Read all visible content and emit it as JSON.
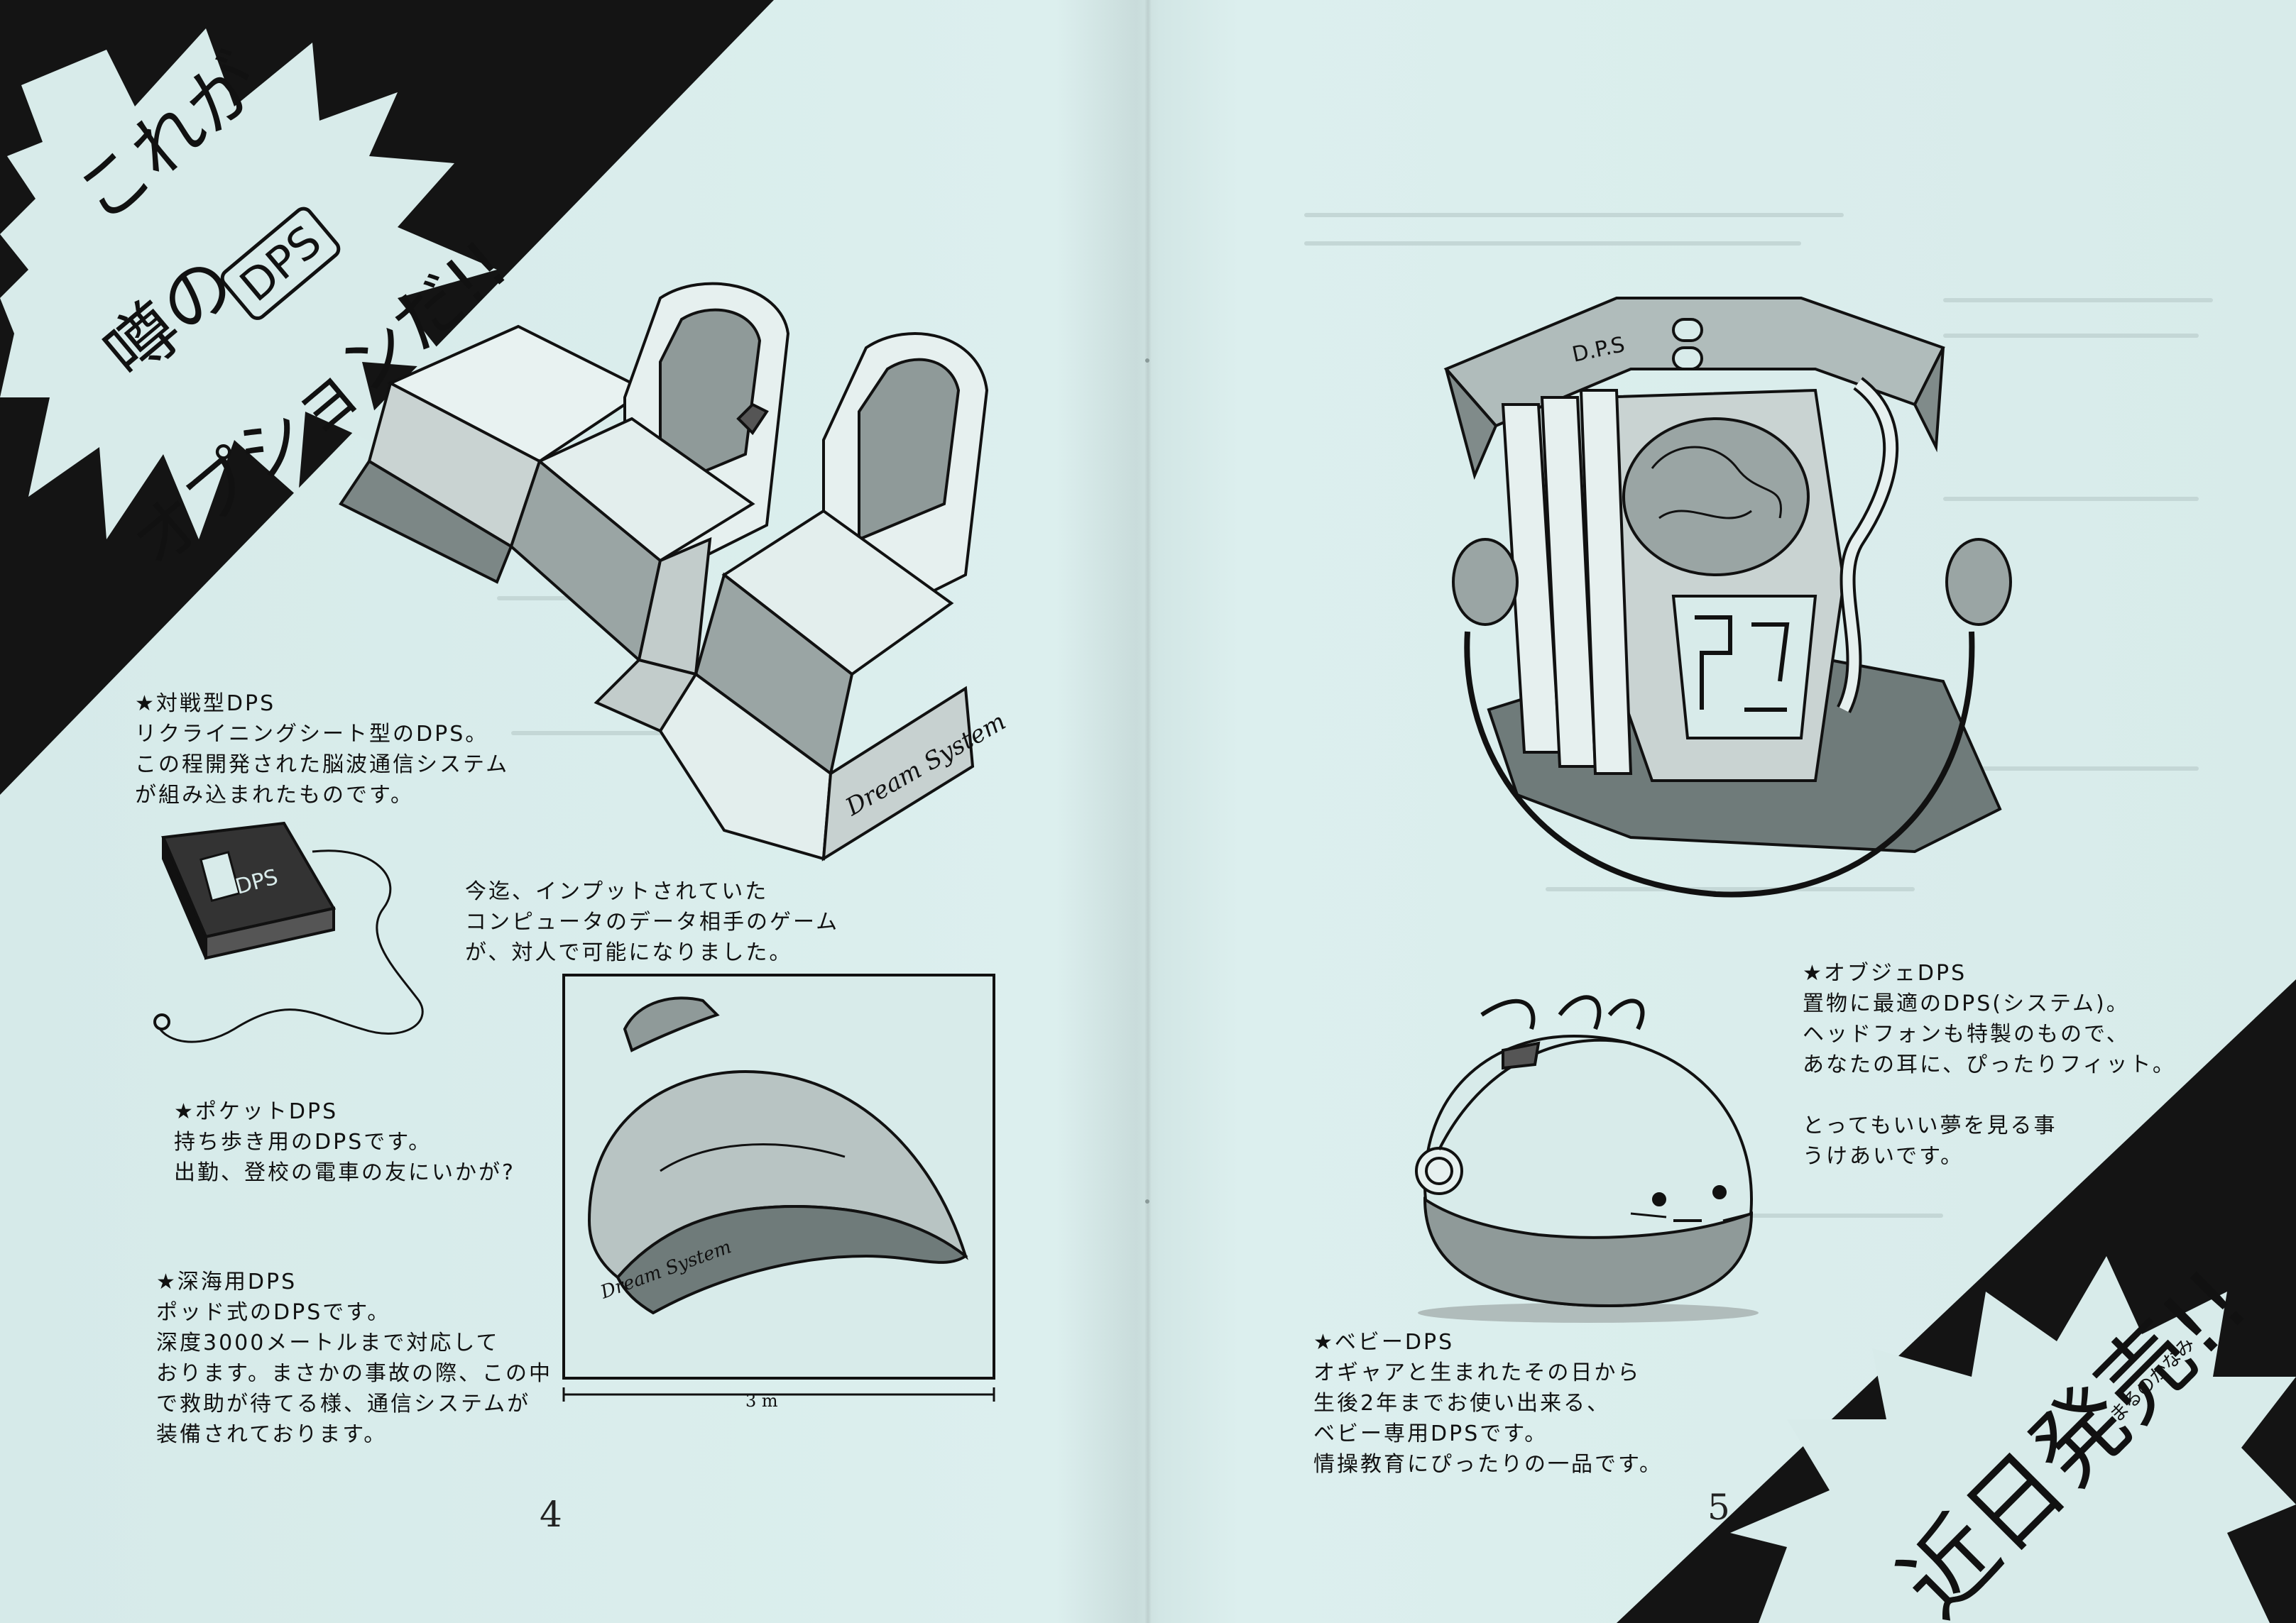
{
  "burst_left": {
    "line1": "これが",
    "line2_prefix": "噂の",
    "badge": "DPS",
    "line3": "オプションだ!!"
  },
  "burst_right": {
    "main": "近日発売!!",
    "signature": "まるのかなみ"
  },
  "captions": {
    "taisen": [
      "★対戦型DPS",
      "リクライニングシート型のDPS。",
      "この程開発された脳波通信システム",
      "が組み込まれたものです。"
    ],
    "intro": [
      "今迄、インプットされていた",
      "コンピュータのデータ相手のゲーム",
      "が、対人で可能になりました。"
    ],
    "pocket": [
      "★ポケットDPS",
      "持ち歩き用のDPSです。",
      "出勤、登校の電車の友にいかが?"
    ],
    "shinkai": [
      "★深海用DPS",
      "ポッド式のDPSです。",
      "深度3000メートルまで対応して",
      "おります。まさかの事故の際、この中",
      "で救助が待てる様、通信システムが",
      "装備されております。"
    ],
    "objet": [
      "★オブジェDPS",
      "置物に最適のDPS(システム)。",
      "ヘッドフォンも特製のもので、",
      "あなたの耳に、ぴったりフィット。",
      "",
      "とってもいい夢を見る事",
      "うけあいです。"
    ],
    "baby": [
      "★ベビーDPS",
      "オギャアと生まれたその日から",
      "生後2年までお使い出来る、",
      "ベビー専用DPSです。",
      "情操教育にぴったりの一品です。"
    ]
  },
  "illustrations": {
    "seat_lettering": "Dream System",
    "pocket_label": "DPS",
    "pod_lettering": "Dream System",
    "pod_scale": "3 m",
    "objet_label": "D.P.S"
  },
  "page_numbers": {
    "left": "4",
    "right": "5"
  },
  "colors": {
    "paper": "#d9ebea",
    "ink": "#111111",
    "shade": "#8f9a99"
  }
}
